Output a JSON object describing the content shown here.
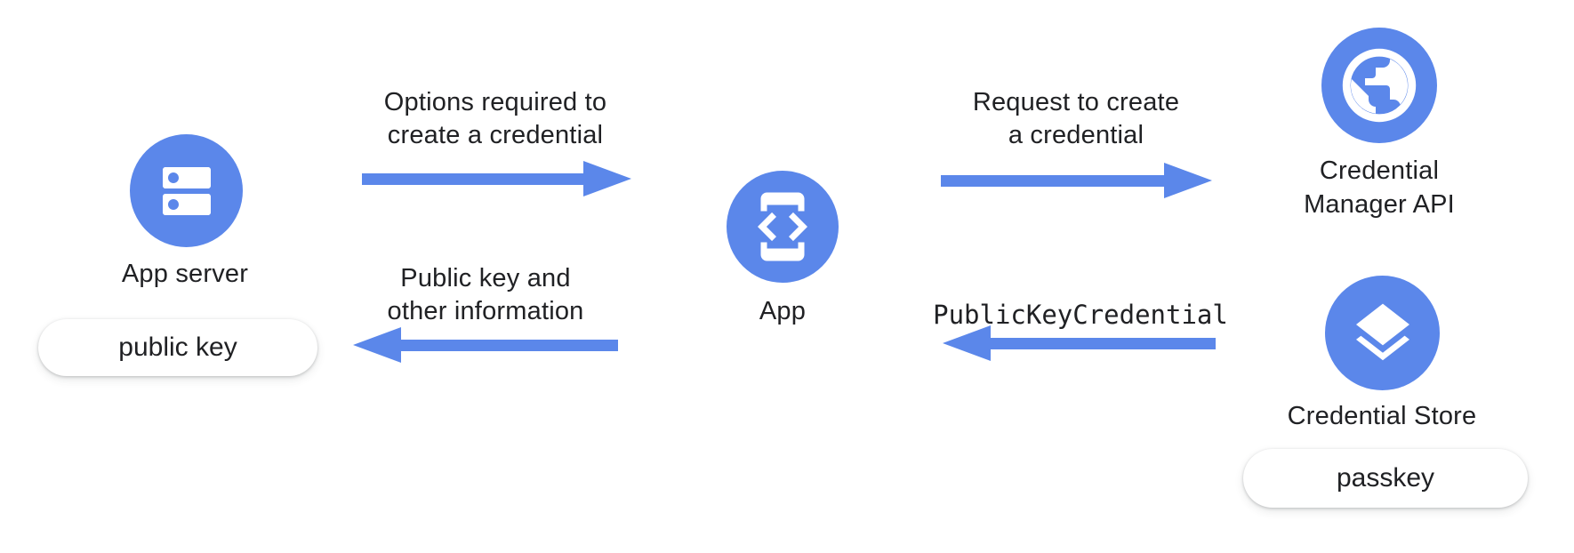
{
  "colors": {
    "accent": "#5b87ea",
    "text": "#202124",
    "pill_bg": "#ffffff"
  },
  "nodes": {
    "app_server": {
      "label": "App server",
      "icon": "server-stack-icon"
    },
    "app": {
      "label": "App",
      "icon": "phone-code-icon"
    },
    "credential_manager": {
      "label_line1": "Credential",
      "label_line2": "Manager API",
      "icon": "globe-icon"
    },
    "credential_store": {
      "label": "Credential Store",
      "icon": "layers-icon"
    }
  },
  "badges": {
    "public_key": "public key",
    "passkey": "passkey"
  },
  "flows": {
    "options": {
      "direction": "right",
      "line1": "Options required to",
      "line2": "create a credential"
    },
    "request": {
      "direction": "right",
      "line1": "Request to create",
      "line2": "a credential"
    },
    "public_key_info": {
      "direction": "left",
      "line1": "Public key and",
      "line2": "other information"
    },
    "credential_return": {
      "direction": "left",
      "label": "PublicKeyCredential"
    }
  }
}
